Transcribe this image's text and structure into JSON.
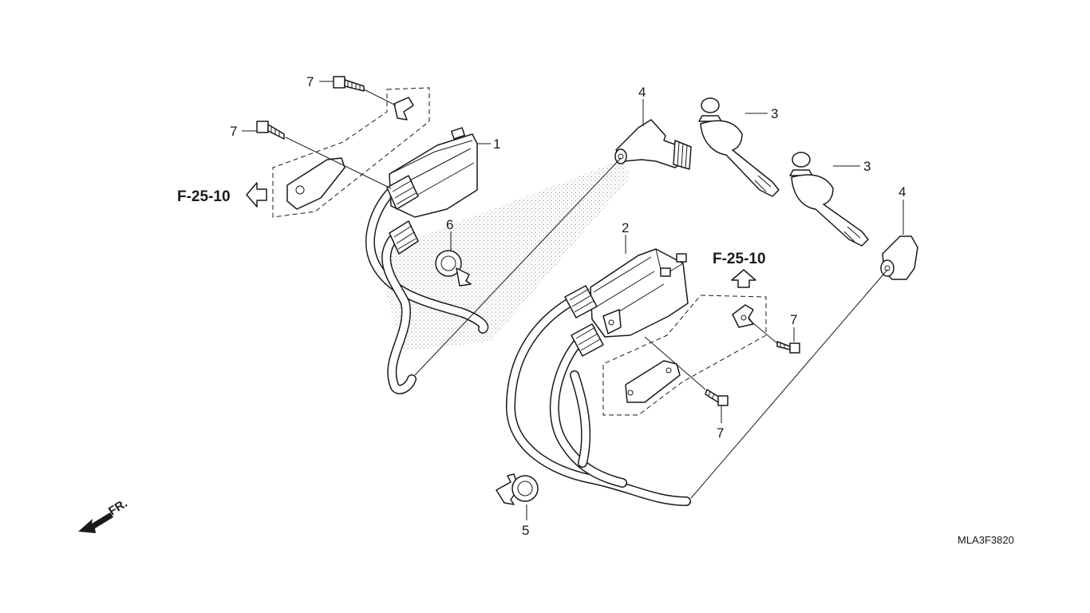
{
  "callouts": {
    "c1": "1",
    "c2": "2",
    "c3a": "3",
    "c3b": "3",
    "c4a": "4",
    "c4b": "4",
    "c5": "5",
    "c6": "6",
    "c7a": "7",
    "c7b": "7",
    "c7c": "7",
    "c7d": "7"
  },
  "references": {
    "left": "F-25-10",
    "right": "F-25-10"
  },
  "direction_label": "FR.",
  "diagram_code": "MLA3F3820",
  "colors": {
    "line": "#1a1a1a",
    "background": "#ffffff",
    "stipple": "#9a9a9a"
  }
}
